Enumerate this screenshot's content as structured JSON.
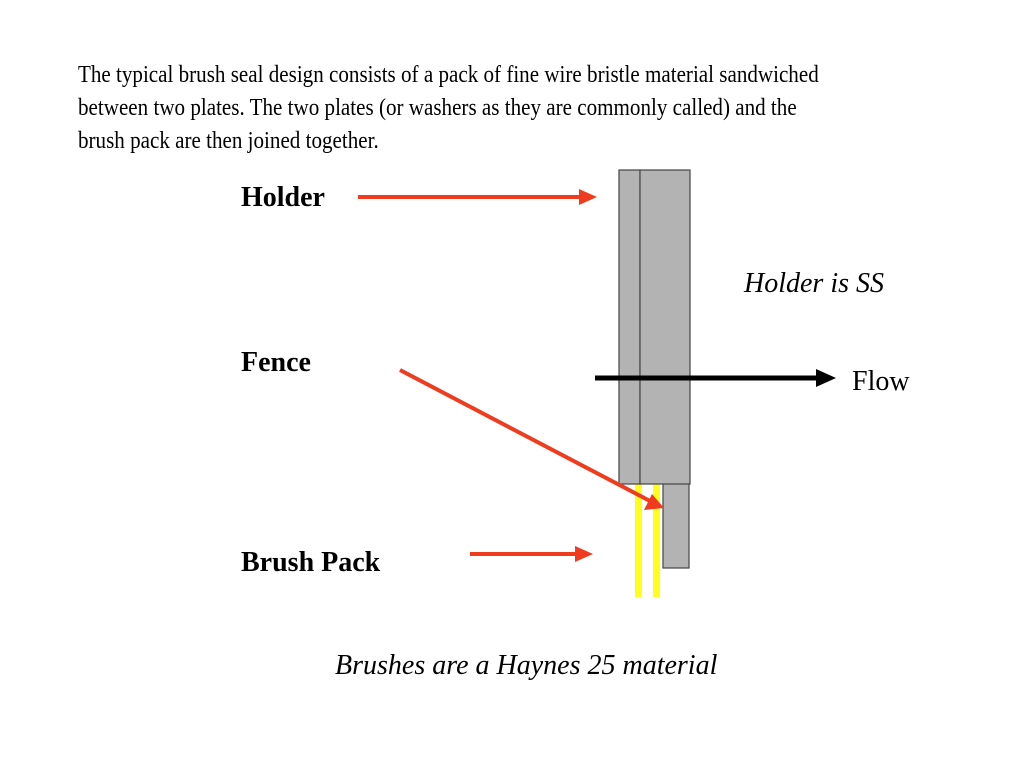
{
  "intro": {
    "lines": [
      "The typical brush seal design consists of a pack of fine wire bristle material sandwiched",
      "between two plates. The two plates (or washers as they are commonly called) and the",
      "brush pack are then joined together."
    ]
  },
  "labels": {
    "holder": "Holder",
    "fence": "Fence",
    "brush_pack": "Brush Pack",
    "holder_material": "Holder is SS",
    "flow": "Flow",
    "brush_material": "Brushes are a Haynes 25 material"
  },
  "colors": {
    "arrow_red": "#f03c1e",
    "plate_fill": "#b3b3b3",
    "plate_stroke": "#444444",
    "bristle_yellow": "#ffff1a",
    "flow_arrow": "#000000"
  }
}
